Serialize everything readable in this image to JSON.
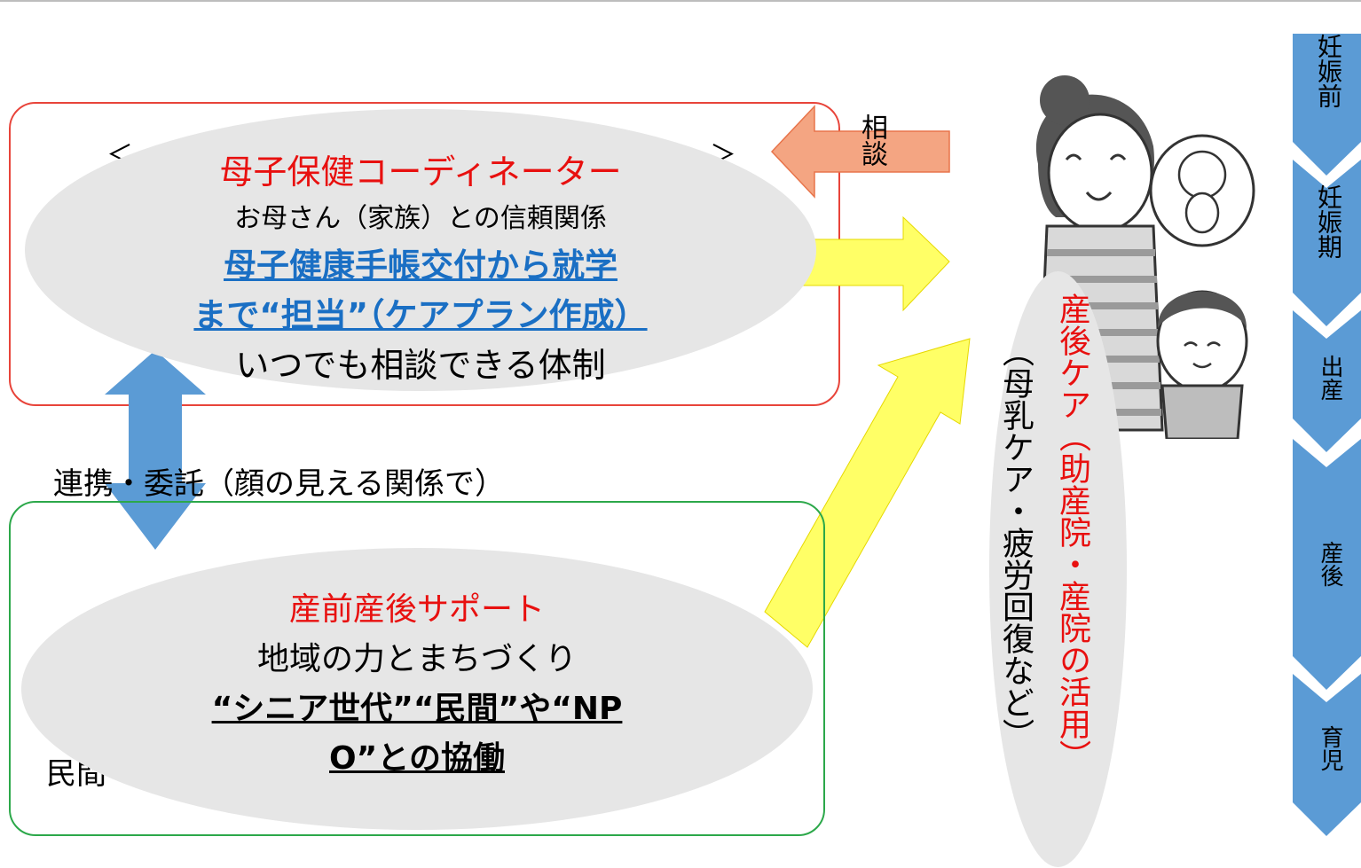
{
  "coordinator": {
    "title": "母子保健コーディネーター",
    "line1": "お母さん（家族）との信頼関係",
    "line2": "母子健康手帳交付から就学",
    "line3": "まで“担当”（ケアプラン作成）",
    "line4": "いつでも相談できる体制",
    "bracket_left": "＜",
    "bracket_right": "＞"
  },
  "consult_label": "相談",
  "link_label": "連携・委託（顔の見える関係で）",
  "support": {
    "title": "産前産後サポート",
    "line1": "地域の力とまちづくり",
    "line2": "“シニア世代”“民間”や“NP",
    "line3": "O”との協働",
    "hidden_fragment": "民間"
  },
  "postpartum": {
    "title": "産後ケア",
    "title_sub": "（助産院・産院の活用）",
    "note": "（母乳ケア・疲労回復など）"
  },
  "stages": [
    "妊娠前",
    "妊娠期",
    "出産",
    "産後",
    "育児"
  ],
  "colors": {
    "red_border": "#e8443a",
    "green_border": "#2ca84a",
    "blue_arrow": "#5b9bd5",
    "orange_arrow": "#f4a582",
    "yellow_arrow": "#ffff66",
    "ellipse_fill": "#e6e6e6",
    "accent_red": "#e8100f",
    "link_blue": "#1a6fc4"
  },
  "illustration": "pregnant-mother-with-child-illustration"
}
